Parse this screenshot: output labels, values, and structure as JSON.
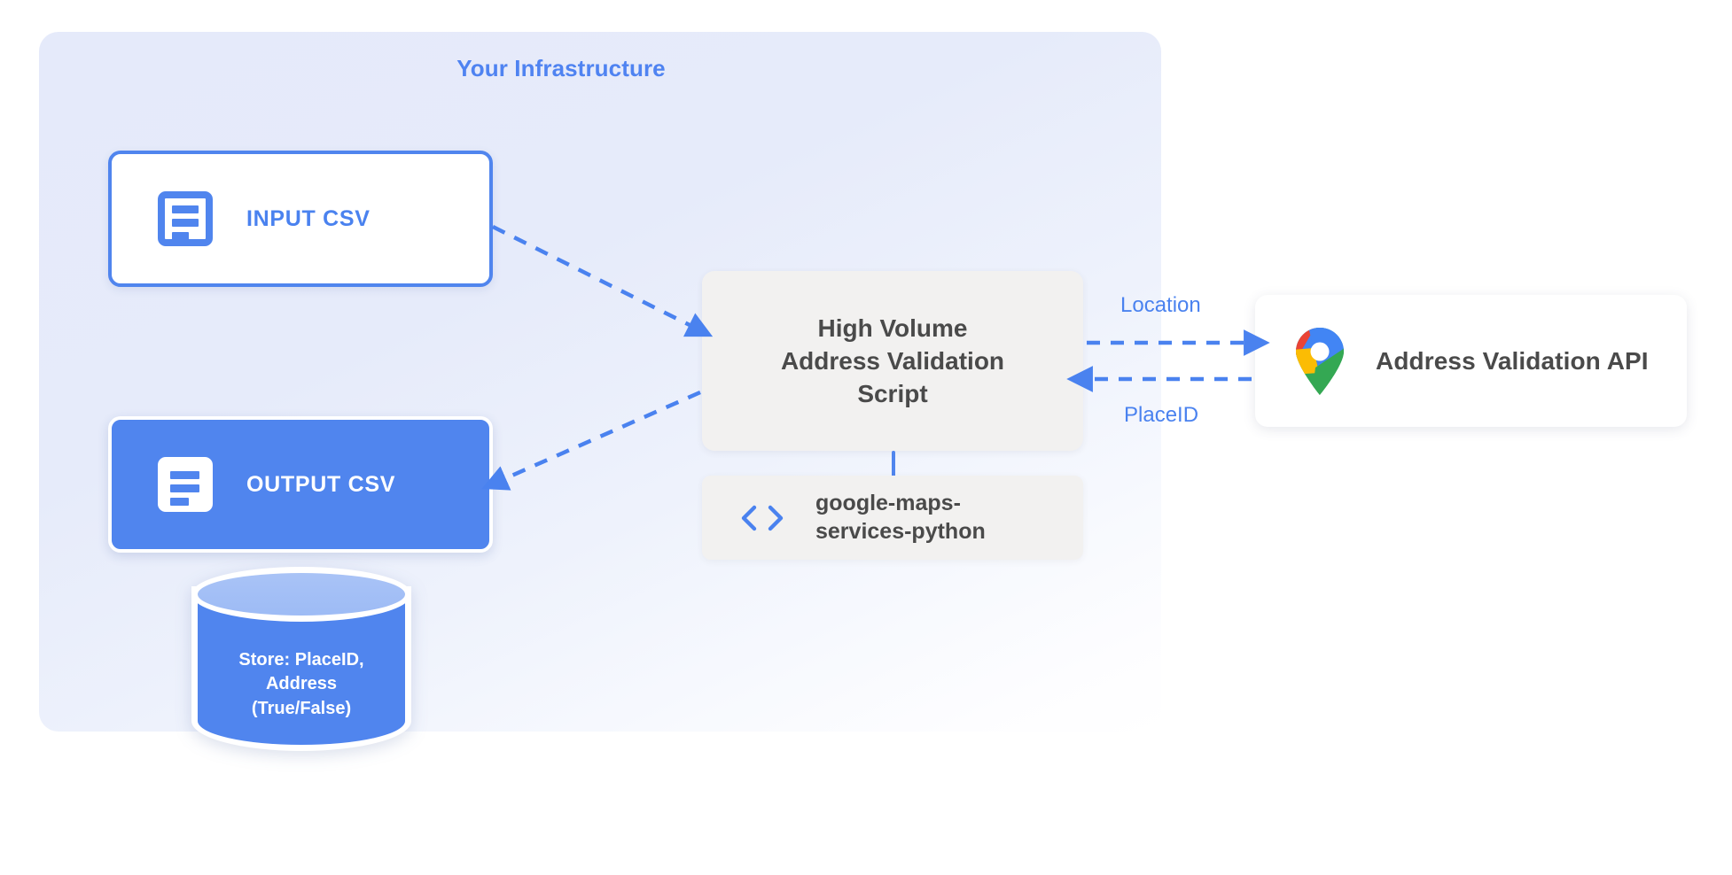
{
  "panel": {
    "title": "Your Infrastructure",
    "accent_color": "#4f83f1",
    "background_color": "#e6ebfa"
  },
  "nodes": {
    "input_csv": {
      "label": "INPUT CSV",
      "icon": "document-icon",
      "border_color": "#5085ee",
      "fill_color": "#ffffff",
      "text_color": "#4a82ef"
    },
    "output_csv": {
      "label": "OUTPUT CSV",
      "icon": "document-icon",
      "border_color": "#ffffff",
      "fill_color": "#5085ee",
      "text_color": "#ffffff"
    },
    "script": {
      "line1": "High Volume",
      "line2": "Address Validation",
      "line3": "Script",
      "fill_color": "#f2f1f0",
      "text_color": "#4a4a4a"
    },
    "library": {
      "line1": "google-maps-",
      "line2": "services-python",
      "icon": "code-brackets-icon",
      "icon_color": "#4a82ef",
      "fill_color": "#f2f1f0"
    },
    "api": {
      "label": "Address Validation API",
      "icon": "google-maps-pin-icon",
      "fill_color": "#ffffff",
      "text_color": "#4a4a4a"
    },
    "database": {
      "line1": "Store: PlaceID,",
      "line2": "Address",
      "line3": "(True/False)",
      "fill_color": "#5085ee",
      "top_color": "#a3bdf5",
      "text_color": "#ffffff"
    }
  },
  "edges": {
    "location": {
      "label": "Location",
      "direction": "right",
      "color": "#4a82ef",
      "style": "dashed"
    },
    "placeid": {
      "label": "PlaceID",
      "direction": "left",
      "color": "#4a82ef",
      "style": "dashed"
    },
    "input_to_script": {
      "label": "",
      "direction": "right-down",
      "color": "#4a82ef",
      "style": "dashed"
    },
    "script_to_output": {
      "label": "",
      "direction": "left-down",
      "color": "#4a82ef",
      "style": "dashed"
    },
    "script_to_library": {
      "label": "",
      "direction": "down",
      "color": "#5085ee",
      "style": "solid"
    }
  }
}
